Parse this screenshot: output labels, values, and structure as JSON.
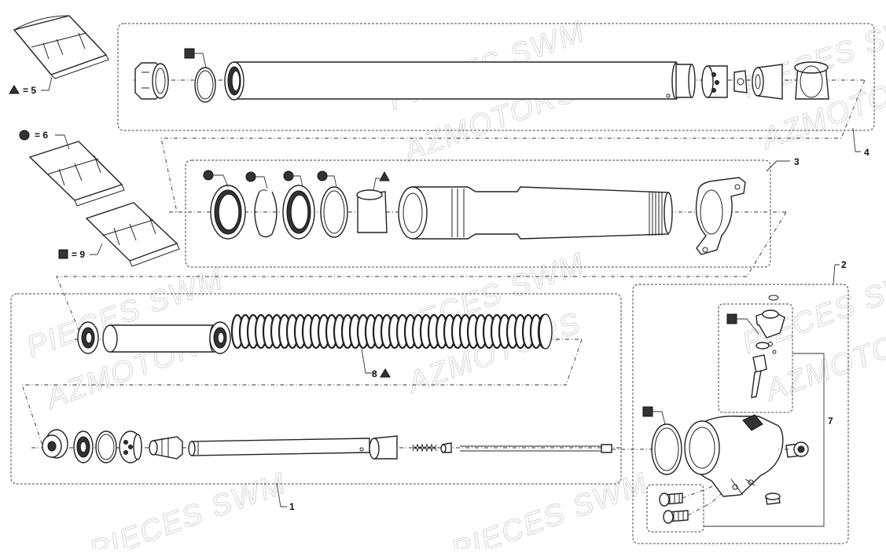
{
  "watermarks": [
    "PIECES SWM",
    "AZMOTORS"
  ],
  "legend": {
    "triangle": "= 5",
    "circle": "= 6",
    "square": "= 9"
  },
  "callouts": {
    "c1": "1",
    "c2": "2",
    "c3": "3",
    "c4": "4",
    "c7": "7",
    "c8": "8"
  },
  "symbols": {
    "circle": "circle-marker",
    "square": "square-marker",
    "triangle": "triangle-marker"
  }
}
